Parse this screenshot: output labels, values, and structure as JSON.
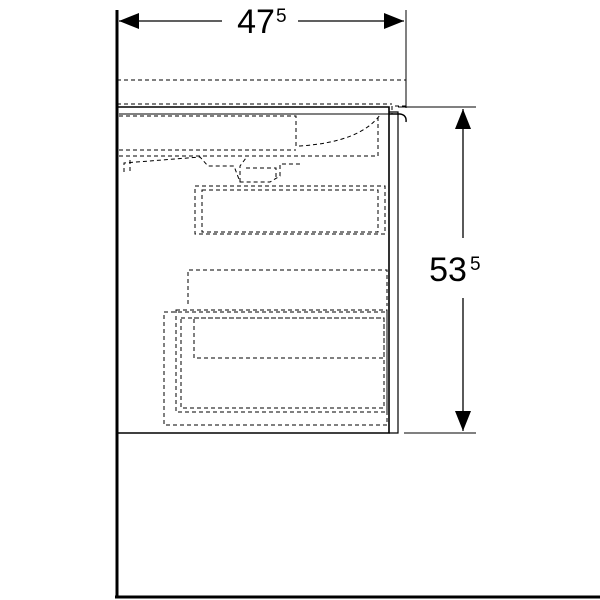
{
  "dimensions": {
    "width": {
      "main": "47",
      "sup": "5"
    },
    "height": {
      "main": "53",
      "sup": "5"
    }
  },
  "colors": {
    "line": "#000000",
    "background": "#ffffff"
  }
}
